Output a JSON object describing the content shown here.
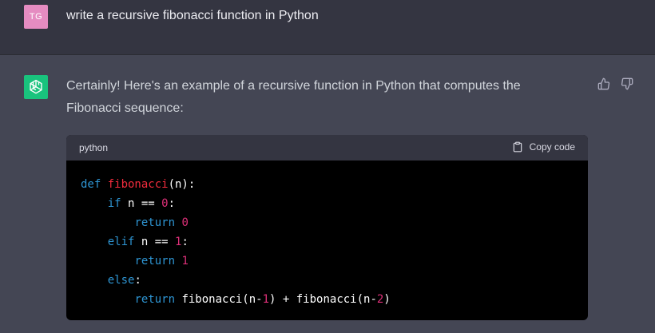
{
  "user": {
    "avatar_initials": "TG",
    "avatar_color": "#e58cc1",
    "message": "write a recursive fibonacci function in Python"
  },
  "assistant": {
    "avatar_color": "#19c37d",
    "avatar_icon": "openai-logo-icon",
    "message": "Certainly! Here's an example of a recursive function in Python that computes the Fibonacci sequence:",
    "feedback": {
      "thumbs_up_icon": "thumbs-up-icon",
      "thumbs_down_icon": "thumbs-down-icon"
    },
    "code_block": {
      "language": "python",
      "copy_label": "Copy code",
      "copy_icon": "clipboard-icon",
      "lines": [
        [
          {
            "t": "kw",
            "v": "def "
          },
          {
            "t": "fn",
            "v": "fibonacci"
          },
          {
            "t": "txt",
            "v": "(n):"
          }
        ],
        [
          {
            "t": "txt",
            "v": "    "
          },
          {
            "t": "kw",
            "v": "if"
          },
          {
            "t": "txt",
            "v": " n == "
          },
          {
            "t": "num",
            "v": "0"
          },
          {
            "t": "txt",
            "v": ":"
          }
        ],
        [
          {
            "t": "txt",
            "v": "        "
          },
          {
            "t": "kw",
            "v": "return"
          },
          {
            "t": "txt",
            "v": " "
          },
          {
            "t": "num",
            "v": "0"
          }
        ],
        [
          {
            "t": "txt",
            "v": "    "
          },
          {
            "t": "kw",
            "v": "elif"
          },
          {
            "t": "txt",
            "v": " n == "
          },
          {
            "t": "num",
            "v": "1"
          },
          {
            "t": "txt",
            "v": ":"
          }
        ],
        [
          {
            "t": "txt",
            "v": "        "
          },
          {
            "t": "kw",
            "v": "return"
          },
          {
            "t": "txt",
            "v": " "
          },
          {
            "t": "num",
            "v": "1"
          }
        ],
        [
          {
            "t": "txt",
            "v": "    "
          },
          {
            "t": "kw",
            "v": "else"
          },
          {
            "t": "txt",
            "v": ":"
          }
        ],
        [
          {
            "t": "txt",
            "v": "        "
          },
          {
            "t": "kw",
            "v": "return"
          },
          {
            "t": "txt",
            "v": " fibonacci(n-"
          },
          {
            "t": "num",
            "v": "1"
          },
          {
            "t": "txt",
            "v": ") + fibonacci(n-"
          },
          {
            "t": "num",
            "v": "2"
          },
          {
            "t": "txt",
            "v": ")"
          }
        ]
      ]
    }
  },
  "colors": {
    "keyword": "#2e95d3",
    "function": "#f22c3d",
    "number": "#df3079",
    "code_bg": "#000000",
    "code_header_bg": "#343541",
    "user_row_bg": "#343541",
    "assistant_row_bg": "#444654"
  }
}
